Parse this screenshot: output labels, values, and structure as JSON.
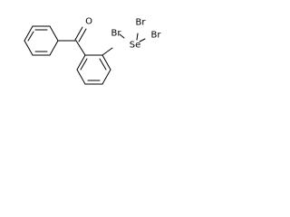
{
  "molecule": {
    "atoms": {
      "oxygen": "O",
      "selenium": "Se",
      "bromine_1": "Br",
      "bromine_2": "Br",
      "bromine_3": "Br"
    }
  },
  "colors": {
    "bond": "#000000",
    "text": "#000000",
    "background": "#ffffff"
  }
}
